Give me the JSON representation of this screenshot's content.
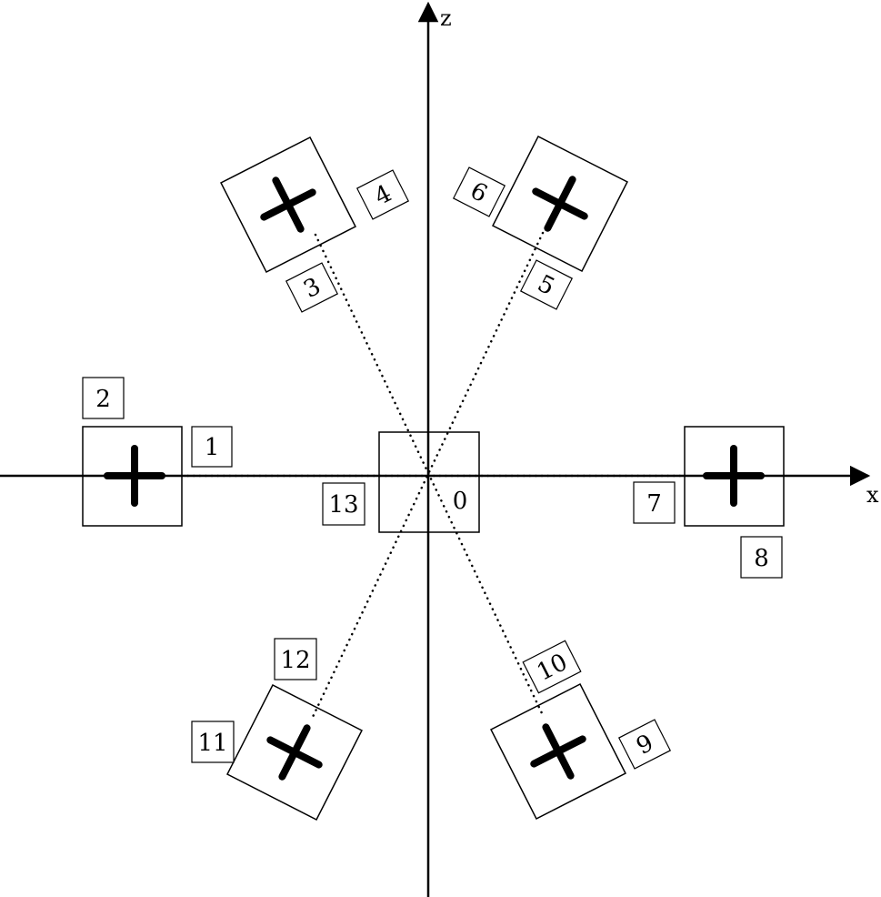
{
  "axes": {
    "x_label": "x",
    "z_label": "z"
  },
  "labels": {
    "l0": "0",
    "l1": "1",
    "l2": "2",
    "l3": "3",
    "l4": "4",
    "l5": "5",
    "l6": "6",
    "l7": "7",
    "l8": "8",
    "l9": "9",
    "l10": "10",
    "l11": "11",
    "l12": "12",
    "l13": "13"
  }
}
